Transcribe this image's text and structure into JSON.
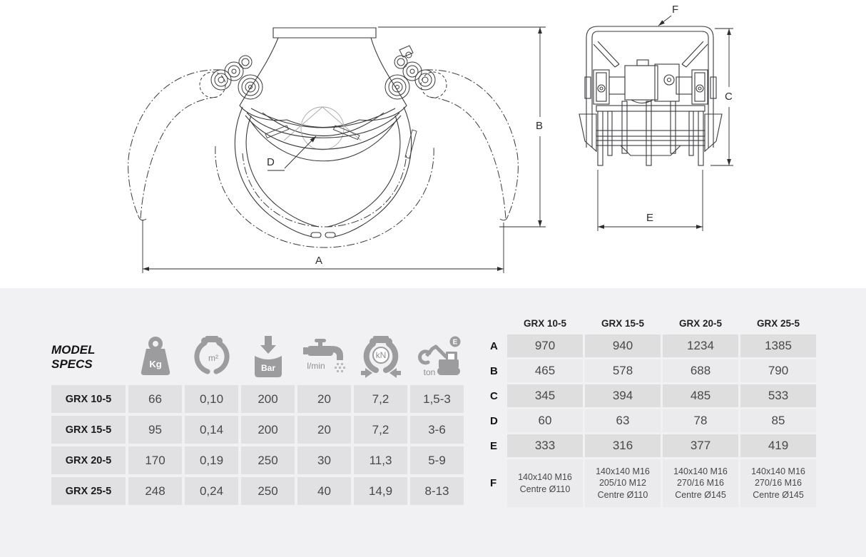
{
  "colors": {
    "panel_bg": "#f1f1f3",
    "cell_bg": "#e1e1e3",
    "row_dark": "#dededf",
    "row_light": "#ebebed",
    "icon_gray": "#9c9c9e",
    "text_dark": "#1b1b1d",
    "text_value": "#48484a"
  },
  "drawing": {
    "labels": {
      "A": "A",
      "B": "B",
      "C": "C",
      "D": "D",
      "E": "E",
      "F": "F"
    },
    "views": [
      "grapple-front-view-open-closed",
      "grapple-side-view"
    ]
  },
  "left_table": {
    "title_line1": "MODEL",
    "title_line2": "SPECS",
    "columns": [
      {
        "icon": "weight-icon",
        "unit": "Kg"
      },
      {
        "icon": "grab-area-icon",
        "unit": "m²"
      },
      {
        "icon": "pressure-icon",
        "unit": "Bar"
      },
      {
        "icon": "flow-icon",
        "unit": "l/min"
      },
      {
        "icon": "closing-force-icon",
        "unit": "kN"
      },
      {
        "icon": "excavator-icon",
        "unit": "ton",
        "badge": "E"
      }
    ],
    "rows": [
      {
        "model": "GRX 10-5",
        "values": [
          "66",
          "0,10",
          "200",
          "20",
          "7,2",
          "1,5-3"
        ]
      },
      {
        "model": "GRX 15-5",
        "values": [
          "95",
          "0,14",
          "200",
          "20",
          "7,2",
          "3-6"
        ]
      },
      {
        "model": "GRX 20-5",
        "values": [
          "170",
          "0,19",
          "250",
          "30",
          "11,3",
          "5-9"
        ]
      },
      {
        "model": "GRX 25-5",
        "values": [
          "248",
          "0,24",
          "250",
          "40",
          "14,9",
          "8-13"
        ]
      }
    ]
  },
  "dims_table": {
    "columns": [
      "GRX 10-5",
      "GRX 15-5",
      "GRX 20-5",
      "GRX 25-5"
    ],
    "rows": [
      {
        "label": "A",
        "values": [
          "970",
          "940",
          "1234",
          "1385"
        ]
      },
      {
        "label": "B",
        "values": [
          "465",
          "578",
          "688",
          "790"
        ]
      },
      {
        "label": "C",
        "values": [
          "345",
          "394",
          "485",
          "533"
        ]
      },
      {
        "label": "D",
        "values": [
          "60",
          "63",
          "78",
          "85"
        ]
      },
      {
        "label": "E",
        "values": [
          "333",
          "316",
          "377",
          "419"
        ]
      },
      {
        "label": "F",
        "values": [
          "140x140 M16\nCentre Ø110",
          "140x140 M16\n205/10 M12\nCentre Ø110",
          "140x140 M16\n270/16 M16\nCentre Ø145",
          "140x140 M16\n270/16 M16\nCentre Ø145"
        ]
      }
    ]
  }
}
